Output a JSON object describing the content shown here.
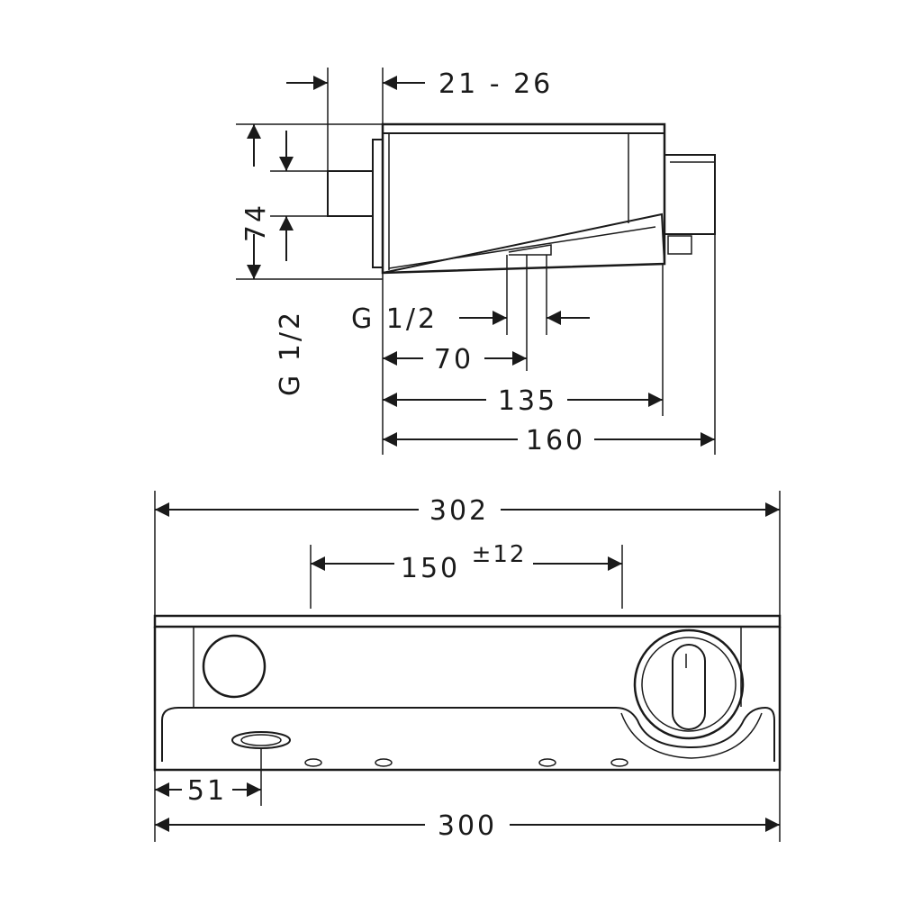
{
  "drawing": {
    "side_view": {
      "depth_range": "21 - 26",
      "height": "74",
      "thread_vertical": "G 1/2",
      "thread_horizontal": "G 1/2",
      "dim_70": "70",
      "dim_135": "135",
      "dim_160": "160"
    },
    "front_view": {
      "overall_top": "302",
      "center_distance": "150",
      "tolerance": "±12",
      "offset_left": "51",
      "overall_bottom": "300"
    }
  },
  "colors": {
    "line": "#1a1a1a",
    "background": "#ffffff"
  }
}
